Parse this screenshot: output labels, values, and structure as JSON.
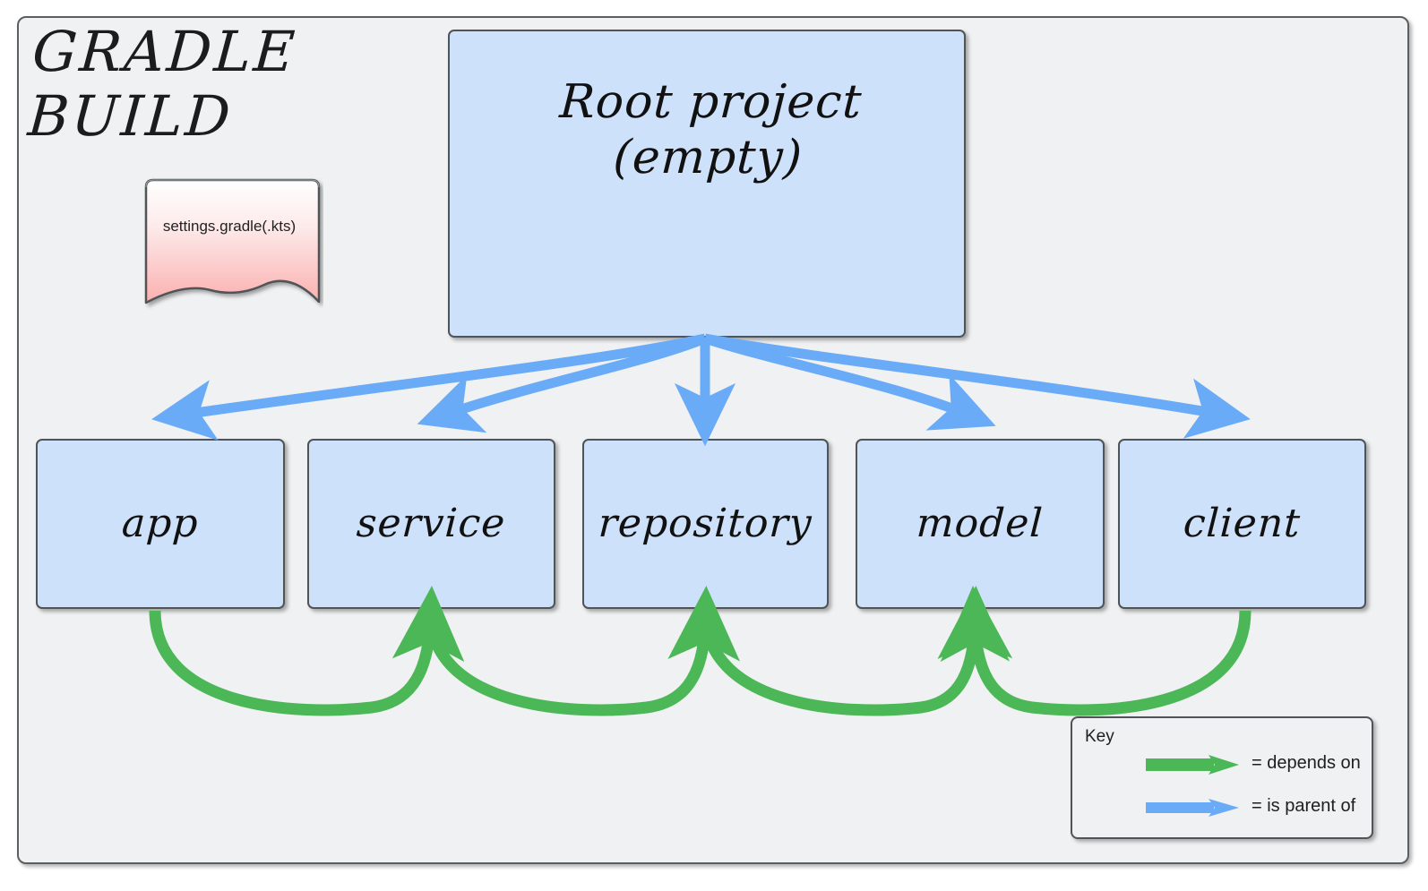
{
  "diagram": {
    "title": "GRADLE\nBUILD",
    "note": {
      "label": "settings.gradle(.kts)"
    },
    "root": {
      "label": "Root project\n(empty)"
    },
    "modules": [
      {
        "id": "app",
        "label": "app"
      },
      {
        "id": "service",
        "label": "service"
      },
      {
        "id": "repository",
        "label": "repository"
      },
      {
        "id": "model",
        "label": "model"
      },
      {
        "id": "client",
        "label": "client"
      }
    ],
    "key": {
      "title": "Key",
      "entries": [
        {
          "icon": "green-arrow-icon",
          "text": "= depends on",
          "color": "#4cb757"
        },
        {
          "icon": "blue-arrow-icon",
          "text": "= is parent of",
          "color": "#6aabf8"
        }
      ]
    },
    "colors": {
      "canvas": "#f0f1f2",
      "box_fill": "#cee1fb",
      "box_border": "#4f5457",
      "note_top": "#ffffff",
      "note_bottom": "#fbb0b0",
      "depends_on": "#4cb757",
      "is_parent_of": "#6aabf8",
      "text": "#1c1c1c"
    },
    "relations": {
      "is_parent_of": [
        {
          "from": "Root project (empty)",
          "to": "app"
        },
        {
          "from": "Root project (empty)",
          "to": "service"
        },
        {
          "from": "Root project (empty)",
          "to": "repository"
        },
        {
          "from": "Root project (empty)",
          "to": "model"
        },
        {
          "from": "Root project (empty)",
          "to": "client"
        }
      ],
      "depends_on": [
        {
          "from": "app",
          "to": "service"
        },
        {
          "from": "service",
          "to": "repository"
        },
        {
          "from": "repository",
          "to": "model"
        },
        {
          "from": "client",
          "to": "model"
        }
      ]
    }
  }
}
